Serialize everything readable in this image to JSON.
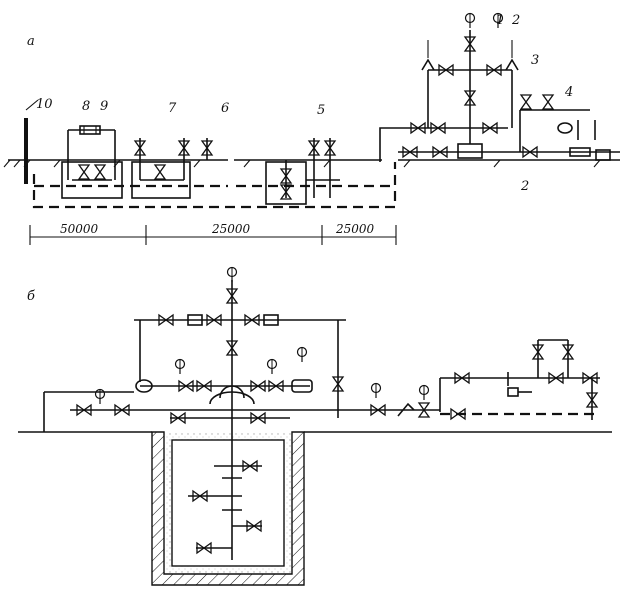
{
  "panel_a": {
    "label": "а",
    "callouts": [
      "1",
      "2",
      "3",
      "4",
      "5",
      "6",
      "7",
      "8",
      "9",
      "10",
      "2"
    ],
    "dimensions": [
      "50000",
      "25000",
      "25000"
    ]
  },
  "panel_b": {
    "label": "б"
  },
  "colors": {
    "ink": "#111111",
    "paper": "#ffffff"
  }
}
